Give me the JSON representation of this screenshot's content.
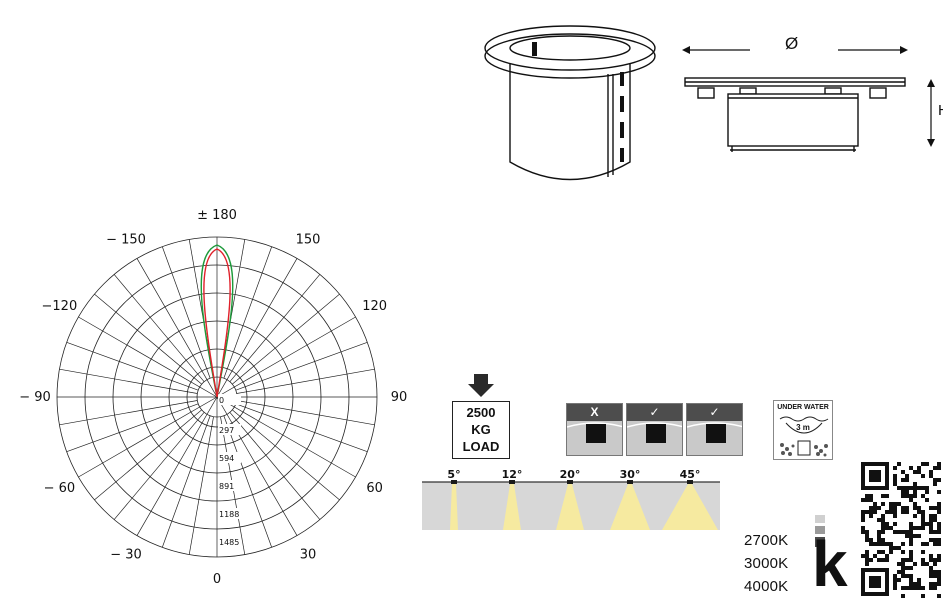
{
  "dimensions": {
    "diameter_symbol": "Ø",
    "height_symbol": "H"
  },
  "polar": {
    "angle_labels": [
      {
        "text": "± 180",
        "deg": 180
      },
      {
        "text": "− 150",
        "deg": -150
      },
      {
        "text": "150",
        "deg": 150
      },
      {
        "text": "−120",
        "deg": -120
      },
      {
        "text": "120",
        "deg": 120
      },
      {
        "text": "− 90",
        "deg": -90
      },
      {
        "text": "90",
        "deg": 90
      },
      {
        "text": "− 60",
        "deg": -60
      },
      {
        "text": "60",
        "deg": 60
      },
      {
        "text": "− 30",
        "deg": -30
      },
      {
        "text": "30",
        "deg": 30
      },
      {
        "text": "0",
        "deg": 0
      }
    ],
    "radial_labels": [
      "0",
      "297",
      "594",
      "891",
      "1188",
      "1485"
    ],
    "colors": {
      "red": "#e0202a",
      "green": "#1d9a3a",
      "grid": "#222222"
    }
  },
  "load": {
    "line1": "2500",
    "line2": "KG",
    "line3": "LOAD"
  },
  "installation": [
    {
      "symbol": "X"
    },
    {
      "symbol": "✓"
    },
    {
      "symbol": "✓"
    }
  ],
  "underwater": {
    "title": "UNDER WATER",
    "depth": "3 m"
  },
  "beam_angles": [
    "5°",
    "12°",
    "20°",
    "30°",
    "45°"
  ],
  "color_temps": [
    "2700K",
    "3000K",
    "4000K"
  ],
  "kelvin_symbol": "k",
  "colors": {
    "tile_bar": "#4d4d4d",
    "beam": "#f6eaa0",
    "beam_bg": "#d7d7d7"
  }
}
